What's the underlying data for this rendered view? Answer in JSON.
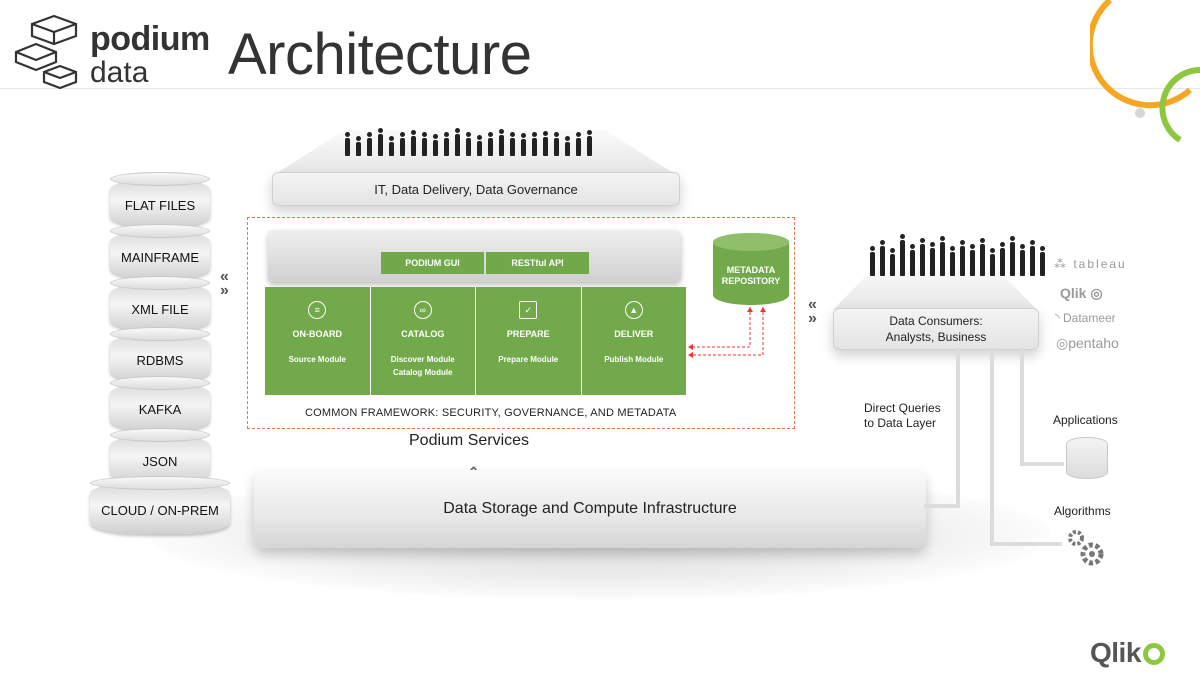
{
  "header": {
    "logo_line1": "podium",
    "logo_line2": "data",
    "title": "Architecture"
  },
  "sources": [
    "FLAT FILES",
    "MAINFRAME",
    "XML FILE",
    "RDBMS",
    "KAFKA",
    "JSON",
    "CLOUD / ON-PREM"
  ],
  "it_platform": {
    "label": "IT, Data Delivery, Data Governance"
  },
  "services": {
    "gui_label": "PODIUM GUI",
    "api_label": "RESTful API",
    "modules": [
      {
        "title": "ON-BOARD",
        "sub": "Source  Module",
        "icon": "database-icon"
      },
      {
        "title": "CATALOG",
        "sub": "Discover Module\nCatalog Module",
        "icon": "catalog-icon"
      },
      {
        "title": "PREPARE",
        "sub": "Prepare Module",
        "icon": "clipboard-icon"
      },
      {
        "title": "DELIVER",
        "sub": "Publish Module",
        "icon": "rocket-icon"
      }
    ],
    "metadata_line1": "METADATA",
    "metadata_line2": "REPOSITORY",
    "framework": "COMMON FRAMEWORK: SECURITY, GOVERNANCE, AND METADATA",
    "podium_services": "Podium Services"
  },
  "storage": {
    "label": "Data Storage and Compute Infrastructure"
  },
  "consumers": {
    "line1": "Data Consumers:",
    "line2": "Analysts, Business",
    "direct_line1": "Direct Queries",
    "direct_line2": "to Data Layer",
    "applications": "Applications",
    "algorithms": "Algorithms"
  },
  "vendors": [
    "tableau",
    "Qlik",
    "Datameer",
    "pentaho"
  ],
  "footer": {
    "brand": "Qlik"
  },
  "colors": {
    "green": "#72a94b",
    "dashed": "#e0784a",
    "orange_arc": "#f5a623",
    "lime_arc": "#8dc63f"
  }
}
